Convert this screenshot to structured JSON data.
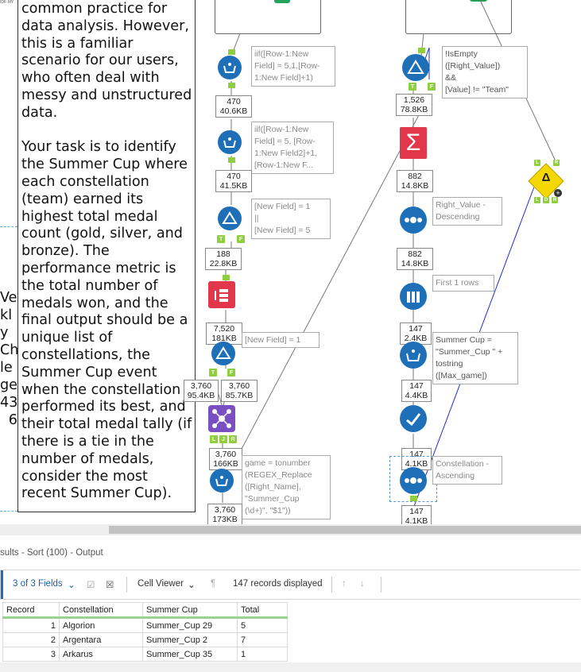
{
  "note": {
    "para1_line0": "common practice for",
    "para1": "data analysis. However, this is a familiar scenario for our users, who often deal with messy and unstructured data.",
    "para2": "Your task is to identify the Summer Cup where each constellation (team) earned its highest total medal count (gold, silver, and bronze). The performance metric is the total number of medals won, and the final output should be a unique list of constellations, the Summer Cup event when the constellation performed its best, and their total medal tally (if there is a tie in the number of medals, consider the most recent Summer Cup)."
  },
  "left_fragments": [
    "Ve",
    "kl",
    "y",
    "Ch",
    "le",
    "ge",
    "43",
    "6"
  ],
  "corner_logo": "IDF·MY",
  "workflow": {
    "left_column": {
      "formula1": "iif([Row-1:New\nField] = 5,1,[Row-\n1:New Field]+1)",
      "rec1_count": "470",
      "rec1_size": "40.6KB",
      "formula2": "iif([Row-1:New\nField] = 5, [Row-\n1:New Field2]+1,\n[Row-1:New F...",
      "rec2_count": "470",
      "rec2_size": "41.5KB",
      "filter1": "[New Field] = 1\n||\n[New Field] = 5",
      "rec3_count": "188",
      "rec3_size": "22.8KB",
      "rec4_count": "7,520",
      "rec4_size": "181KB",
      "filter2": "[New Field] = 1",
      "rec5a_count": "3,760",
      "rec5a_size": "95.4KB",
      "rec5b_count": "3,760",
      "rec5b_size": "85.7KB",
      "rec6_count": "3,760",
      "rec6_size": "166KB",
      "formula3": "game = tonumber\n(REGEX_Replace\n([Right_Name],\n\"Summer_Cup\n(\\d+)\", \"$1\"))",
      "rec7_count": "3,760",
      "rec7_size": "173KB"
    },
    "right_column": {
      "filter3": "!IsEmpty\n([Right_Value])\n&&\n[Value] != \"Team\"",
      "rec1_count": "1,526",
      "rec1_size": "78.8KB",
      "rec2_count": "882",
      "rec2_size": "14.8KB",
      "sort1": "Right_Value -\nDescending",
      "rec3_count": "882",
      "rec3_size": "14.8KB",
      "sample1": "First 1 rows",
      "rec4_count": "147",
      "rec4_size": "2.4KB",
      "formula4": "Summer Cup =\n\"Summer_Cup \" +\ntostring\n([Max_game])",
      "rec5_count": "147",
      "rec5_size": "4.4KB",
      "rec6_count": "147",
      "rec6_size": "4.1KB",
      "sort2": "Constellation -\nAscending",
      "rec7_count": "147",
      "rec7_size": "4.1KB"
    },
    "anchor_letters": {
      "t": "T",
      "f": "F",
      "l": "L",
      "j": "J",
      "r": "R",
      "d": "D"
    },
    "delta_symbol": "Δ",
    "sum_symbol": "Σ"
  },
  "results": {
    "title": "sults - Sort (100) - Output",
    "fields_label": "3 of 3 Fields",
    "cell_viewer": "Cell Viewer",
    "records_displayed": "147 records displayed",
    "columns": [
      "Record",
      "Constellation",
      "Summer Cup",
      "Total"
    ],
    "rows": [
      [
        "1",
        "Algorion",
        "Summer_Cup 29",
        "5"
      ],
      [
        "2",
        "Argentara",
        "Summer_Cup 2",
        "7"
      ],
      [
        "3",
        "Arkarus",
        "Summer_Cup 35",
        "1"
      ]
    ]
  }
}
